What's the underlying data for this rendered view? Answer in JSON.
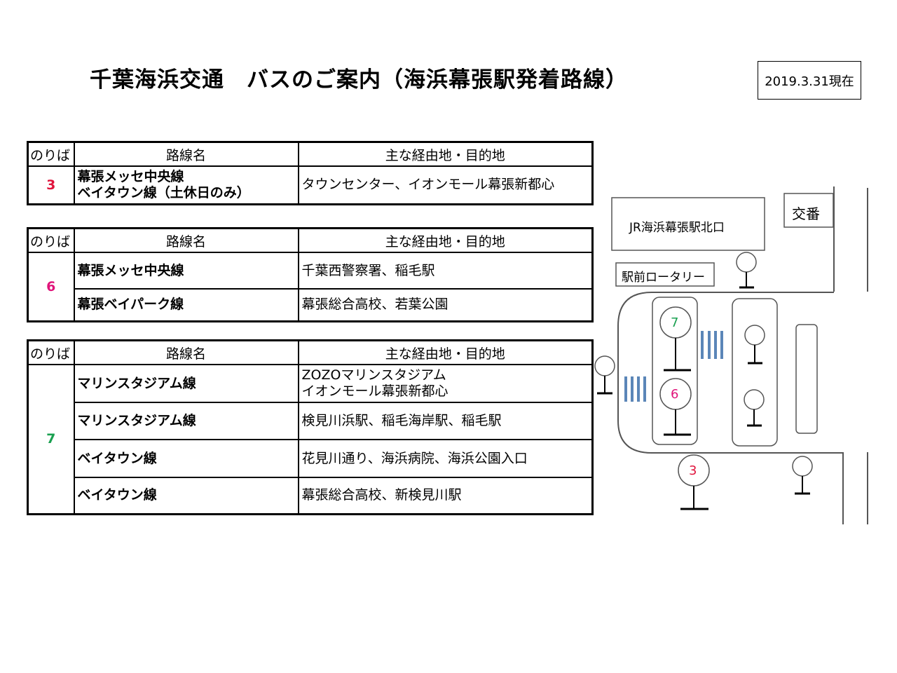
{
  "header": {
    "title": "千葉海浜交通　バスのご案内（海浜幕張駅発着路線）",
    "date": "2019.3.31現在"
  },
  "table_headers": {
    "stop": "のりば",
    "route": "路線名",
    "via": "主な経由地・目的地"
  },
  "tables": [
    {
      "stop": "3",
      "stop_color": "#e0143c",
      "rows": [
        {
          "route": "幕張メッセ中央線\nベイタウン線（土休日のみ）",
          "via": "タウンセンター、イオンモール幕張新都心"
        }
      ]
    },
    {
      "stop": "6",
      "stop_color": "#e0147a",
      "rows": [
        {
          "route": "幕張メッセ中央線",
          "via": "千葉西警察署、稲毛駅"
        },
        {
          "route": "幕張ベイパーク線",
          "via": "幕張総合高校、若葉公園"
        }
      ]
    },
    {
      "stop": "7",
      "stop_color": "#1aa050",
      "rows": [
        {
          "route": "マリンスタジアム線",
          "via": "ZOZOマリンスタジアム\nイオンモール幕張新都心"
        },
        {
          "route": "マリンスタジアム線",
          "via": "検見川浜駅、稲毛海岸駅、稲毛駅"
        },
        {
          "route": "ベイタウン線",
          "via": "花見川通り、海浜病院、海浜公園入口"
        },
        {
          "route": "ベイタウン線",
          "via": "幕張総合高校、新検見川駅"
        }
      ]
    }
  ],
  "map": {
    "station": "JR海浜幕張駅北口",
    "koban": "交番",
    "rotary": "駅前ロータリー",
    "stop_7": "7",
    "stop_6": "6",
    "stop_3": "3"
  }
}
